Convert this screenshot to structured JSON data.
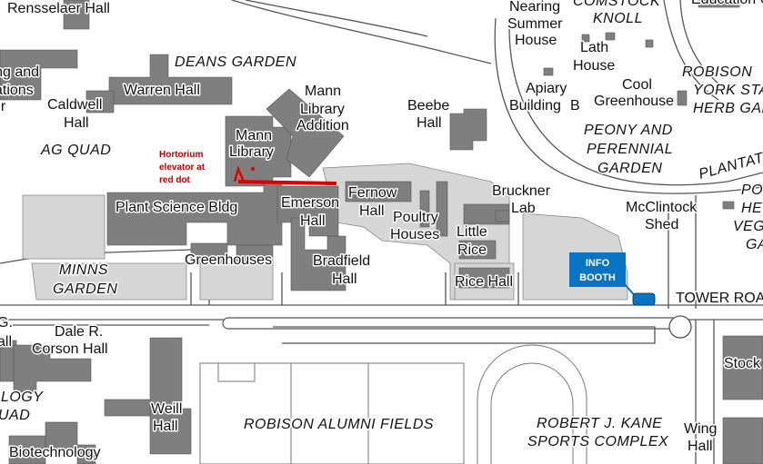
{
  "map": {
    "labels": {
      "rensselaer": "Rensselaer Hall",
      "deans_garden": "DEANS GARDEN",
      "building_and": "Building and",
      "relations": "Relations",
      "er": "er",
      "warren_hall": "Warren Hall",
      "caldwell_hall_1": "Caldwell",
      "caldwell_hall_2": "Hall",
      "ag_quad": "AG QUAD",
      "mann_library_1": "Mann",
      "mann_library_2": "Library",
      "mann_addition_1": "Mann",
      "mann_addition_2": "Library",
      "mann_addition_3": "Addition",
      "beebe_hall_1": "Beebe",
      "beebe_hall_2": "Hall",
      "nearing_1": "Nearing",
      "nearing_2": "Summer",
      "nearing_3": "House",
      "comstock_1": "COMSTOCK",
      "comstock_2": "KNOLL",
      "education_c": "Education C",
      "lath_1": "Lath",
      "lath_2": "House",
      "apiary_1": "Apiary",
      "apiary_2": "Building",
      "b_label": "B",
      "cool_1": "Cool",
      "cool_2": "Greenhouse",
      "robison_york_1": "ROBISON",
      "robison_york_2": "YORK STA",
      "robison_york_3": "HERB GAR",
      "peony_1": "PEONY AND",
      "peony_2": "PERENNIAL",
      "peony_3": "GARDEN",
      "plantation": "PLANTATION",
      "fernow_1": "Fernow",
      "fernow_2": "Hall",
      "emerson_1": "Emerson",
      "emerson_2": "Hall",
      "plant_science": "Plant Science Bldg",
      "poultry_1": "Poultry",
      "poultry_2": "Houses",
      "bruckner_1": "Bruckner",
      "bruckner_2": "Lab",
      "little_rice_1": "Little",
      "little_rice_2": "Rice",
      "mcclintock_1": "McClintock",
      "mcclintock_2": "Shed",
      "po_1": "PO",
      "he_2": "HE",
      "veg_3": "VEG",
      "ga_4": "GA",
      "greenhouses": "Greenhouses",
      "bradfield_1": "Bradfield",
      "bradfield_2": "Hall",
      "rice_hall": "Rice Hall",
      "minns_1": "MINNS",
      "minns_2": "GARDEN",
      "tower_road": "TOWER ROAD",
      "corson_1": "Dale R.",
      "corson_2": "Corson Hall",
      "ology": "OLOGY",
      "uad": "UAD",
      "g_dot": "G.",
      "all": "all",
      "weill_1": "Weill",
      "weill_2": "Hall",
      "robison_fields": "ROBISON ALUMNI FIELDS",
      "kane_1": "ROBERT J. KANE",
      "kane_2": "SPORTS COMPLEX",
      "stock": "Stock",
      "wing_1": "Wing",
      "wing_2": "Hall",
      "biotech": "Biotechnology",
      "hortorium_1": "Hortorium",
      "hortorium_2": "elevator at",
      "hortorium_3": "red dot"
    },
    "info_booth": {
      "line1": "INFO",
      "line2": "BOOTH"
    },
    "colors": {
      "building": "#7f7f7f",
      "plaza": "#d6d6d6",
      "route": "#e00000",
      "info": "#0a74c4",
      "note": "#c00000"
    }
  }
}
